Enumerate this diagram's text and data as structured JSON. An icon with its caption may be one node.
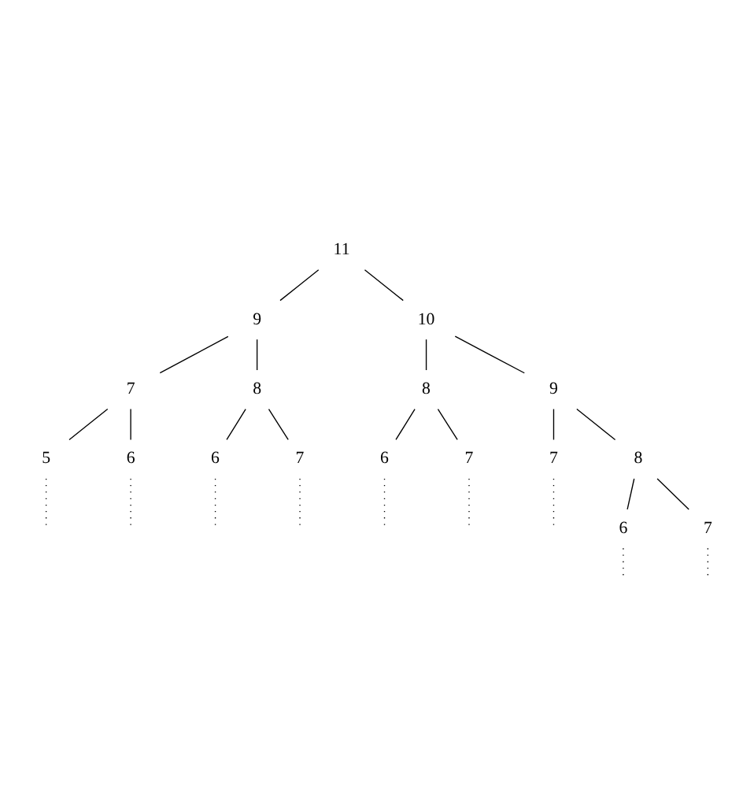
{
  "diagram": {
    "nodes": [
      {
        "text": [
          "11"
        ]
      },
      {
        "text": [
          "9"
        ]
      },
      {
        "text": [
          "10"
        ]
      },
      {
        "text": [
          "7"
        ]
      },
      {
        "text": [
          "8"
        ]
      },
      {
        "text": [
          "8"
        ]
      },
      {
        "text": [
          "9"
        ]
      },
      {
        "text": [
          "5"
        ]
      },
      {
        "text": [
          "6"
        ]
      },
      {
        "text": [
          "6"
        ]
      },
      {
        "text": [
          "7"
        ]
      },
      {
        "text": [
          "6"
        ]
      },
      {
        "text": [
          "7"
        ]
      },
      {
        "text": [
          "7"
        ]
      },
      {
        "text": [
          "8"
        ]
      },
      {
        "text": [
          "6"
        ]
      },
      {
        "text": [
          "7"
        ]
      }
    ],
    "edges": [
      {
        "from": 0,
        "to": 1,
        "arrow": "none"
      },
      {
        "from": 0,
        "to": 2,
        "arrow": "none"
      },
      {
        "from": 1,
        "to": 3,
        "arrow": "none"
      },
      {
        "from": 1,
        "to": 4,
        "arrow": "none"
      },
      {
        "from": 2,
        "to": 5,
        "arrow": "none"
      },
      {
        "from": 2,
        "to": 6,
        "arrow": "none"
      },
      {
        "from": 3,
        "to": 7,
        "arrow": "none"
      },
      {
        "from": 3,
        "to": 8,
        "arrow": "none"
      },
      {
        "from": 4,
        "to": 9,
        "arrow": "none"
      },
      {
        "from": 4,
        "to": 10,
        "arrow": "none"
      },
      {
        "from": 5,
        "to": 11,
        "arrow": "none"
      },
      {
        "from": 5,
        "to": 12,
        "arrow": "none"
      },
      {
        "from": 6,
        "to": 13,
        "arrow": "none"
      },
      {
        "from": 6,
        "to": 14,
        "arrow": "none"
      },
      {
        "from": 14,
        "to": 15,
        "arrow": "none"
      },
      {
        "from": 14,
        "to": 16,
        "arrow": "none"
      },
      {
        "from": 7,
        "to": null,
        "arrow": "none",
        "style": "dashed"
      },
      {
        "from": 8,
        "to": null,
        "arrow": "none",
        "style": "dashed"
      },
      {
        "from": 9,
        "to": null,
        "arrow": "none",
        "style": "dashed"
      },
      {
        "from": 10,
        "to": null,
        "arrow": "none",
        "style": "dashed"
      },
      {
        "from": 11,
        "to": null,
        "arrow": "none",
        "style": "dashed"
      },
      {
        "from": 12,
        "to": null,
        "arrow": "none",
        "style": "dashed"
      },
      {
        "from": 13,
        "to": null,
        "arrow": "none",
        "style": "dashed"
      },
      {
        "from": 15,
        "to": null,
        "arrow": "none",
        "style": "dashed"
      },
      {
        "from": 16,
        "to": null,
        "arrow": "none",
        "style": "dashed"
      }
    ]
  }
}
